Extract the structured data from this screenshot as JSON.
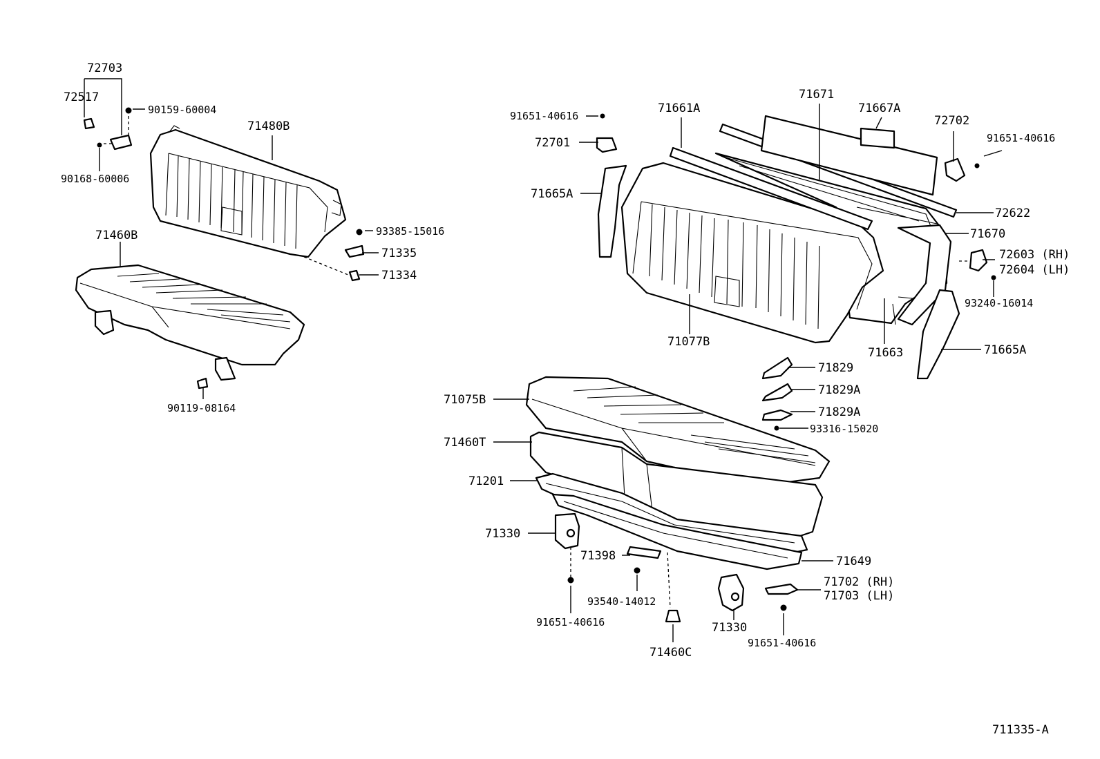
{
  "labels": {
    "l72703": "72703",
    "l72517": "72517",
    "l90159_60004": "90159-60004",
    "l90168_60006": "90168-60006",
    "l71480B": "71480B",
    "l93385_15016": "93385-15016",
    "l71335": "71335",
    "l71334": "71334",
    "l71460B": "71460B",
    "l90119_08164": "90119-08164",
    "l91651_40616_top": "91651-40616",
    "l72701": "72701",
    "l71665A_left": "71665A",
    "l71661A": "71661A",
    "l71671": "71671",
    "l71667A": "71667A",
    "l72702": "72702",
    "l91651_40616_right": "91651-40616",
    "l72622": "72622",
    "l71670": "71670",
    "l72603": "72603 (RH)",
    "l72604": "72604 (LH)",
    "l93240_16014": "93240-16014",
    "l71077B": "71077B",
    "l71663": "71663",
    "l71665A_right": "71665A",
    "l71829": "71829",
    "l71829A_1": "71829A",
    "l71829A_2": "71829A",
    "l93316_15020": "93316-15020",
    "l71075B": "71075B",
    "l71460T": "71460T",
    "l71201": "71201",
    "l71330_left": "71330",
    "l71398": "71398",
    "l71649": "71649",
    "l93540_14012": "93540-14012",
    "l71702": "71702 (RH)",
    "l71703": "71703 (LH)",
    "l91651_40616_bl": "91651-40616",
    "l71330_right": "71330",
    "l91651_40616_br": "91651-40616",
    "l71460C": "71460C",
    "diagram_code": "711335-A"
  }
}
